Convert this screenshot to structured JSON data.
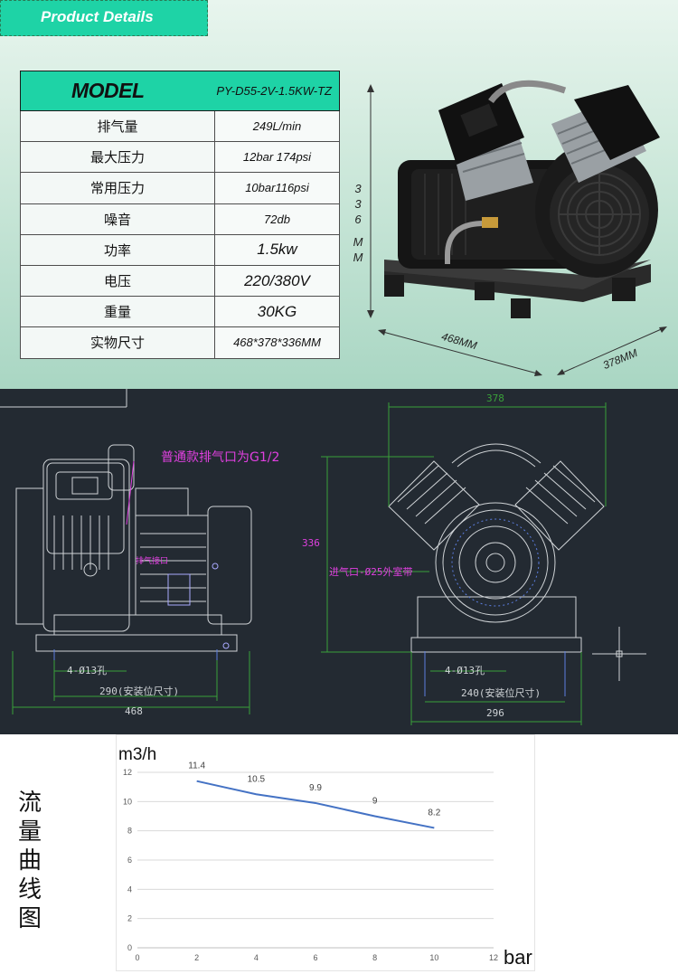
{
  "header": {
    "tab_label": "Product Details"
  },
  "spec_table": {
    "model_label": "MODEL",
    "model_code": "PY-D55-2V-1.5KW-TZ",
    "rows": [
      {
        "key": "排气量",
        "value": "249L/min"
      },
      {
        "key": "最大压力",
        "value": "12bar  174psi"
      },
      {
        "key": "常用压力",
        "value": "10bar116psi"
      },
      {
        "key": "噪音",
        "value": "72db"
      },
      {
        "key": "功率",
        "value": "1.5kw"
      },
      {
        "key": "电压",
        "value": "220/380V"
      },
      {
        "key": "重量",
        "value": "30KG"
      },
      {
        "key": "实物尺寸",
        "value": "468*378*336MM"
      }
    ]
  },
  "photo_dims": {
    "height": "336MM",
    "length": "468MM",
    "width": "378MM"
  },
  "cad": {
    "exhaust_note": "普通款排气口为G1/2",
    "side_mount": "4-Ø13孔",
    "side_install": "290(安装位尺寸)",
    "side_total": "468",
    "inner_label": "排气接口",
    "front_width": "378",
    "front_height": "336",
    "intake_note": "进气口-Ø25外室带",
    "front_mount": "4-Ø13孔",
    "front_install": "240(安装位尺寸)",
    "front_total": "296"
  },
  "flow": {
    "title": "流量曲线图",
    "unit_y": "m3/h",
    "unit_x": "bar"
  },
  "chart_data": {
    "type": "line",
    "x": [
      2,
      4,
      6,
      8,
      10
    ],
    "series": [
      {
        "values": [
          11.4,
          10.5,
          9.9,
          9,
          8.2
        ]
      }
    ],
    "data_labels": [
      "11.4",
      "10.5",
      "9.9",
      "9",
      "8.2"
    ],
    "xlim": [
      0,
      12
    ],
    "ylim": [
      0,
      12
    ],
    "x_ticks": [
      "0",
      "2",
      "4",
      "6",
      "8",
      "10",
      "12"
    ],
    "y_ticks": [
      "0",
      "2",
      "4",
      "6",
      "8",
      "10",
      "12"
    ],
    "ylabel": "m3/h",
    "xlabel": "bar",
    "grid": "horizontal",
    "line_color": "#4472c4"
  }
}
